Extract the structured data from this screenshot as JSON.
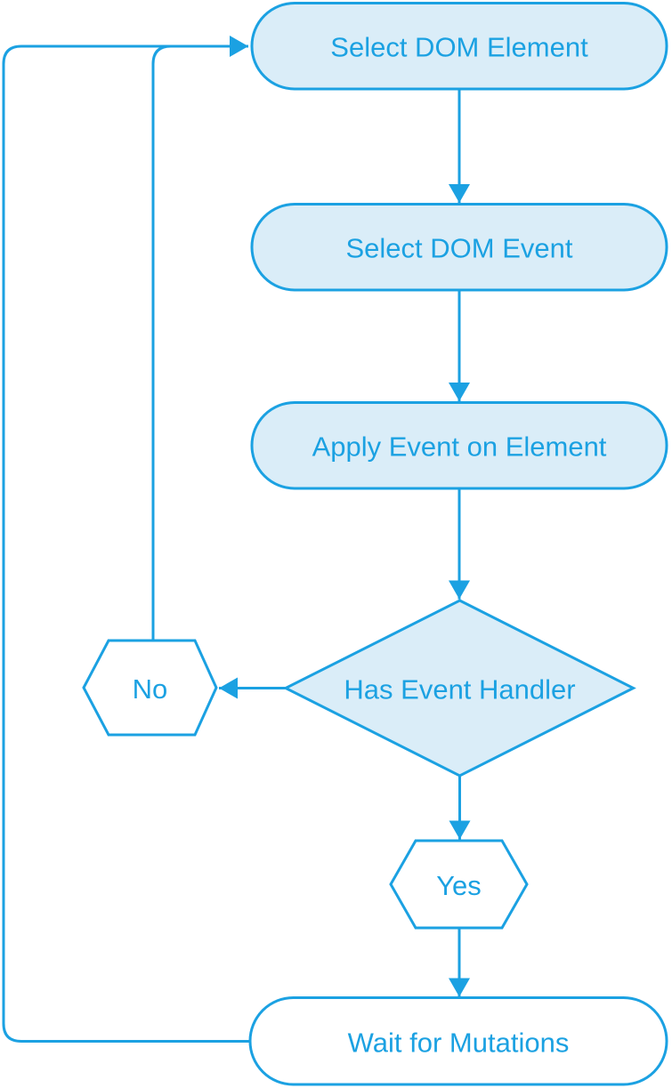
{
  "diagram": {
    "type": "flowchart",
    "colors": {
      "line": "#1BA1E2",
      "text": "#1BA1E2",
      "node_fill": "#DAEDF8",
      "terminal_fill": "#FFFFFF",
      "background": "#FFFFFF"
    },
    "nodes": {
      "select_dom_element": {
        "label": "Select DOM Element",
        "shape": "stadium",
        "fill": "light-blue"
      },
      "select_dom_event": {
        "label": "Select DOM Event",
        "shape": "stadium",
        "fill": "light-blue"
      },
      "apply_event_on_element": {
        "label": "Apply Event on Element",
        "shape": "stadium",
        "fill": "light-blue"
      },
      "has_event_handler": {
        "label": "Has Event Handler",
        "shape": "diamond",
        "fill": "light-blue"
      },
      "no": {
        "label": "No",
        "shape": "hexagon",
        "fill": "white"
      },
      "yes": {
        "label": "Yes",
        "shape": "hexagon",
        "fill": "white"
      },
      "wait_for_mutations": {
        "label": "Wait for Mutations",
        "shape": "stadium",
        "fill": "white"
      }
    },
    "edges": [
      {
        "from": "select_dom_element",
        "to": "select_dom_event",
        "arrow": true
      },
      {
        "from": "select_dom_event",
        "to": "apply_event_on_element",
        "arrow": true
      },
      {
        "from": "apply_event_on_element",
        "to": "has_event_handler",
        "arrow": true
      },
      {
        "from": "has_event_handler",
        "to": "no",
        "arrow": true
      },
      {
        "from": "has_event_handler",
        "to": "yes",
        "arrow": true
      },
      {
        "from": "yes",
        "to": "wait_for_mutations",
        "arrow": true
      },
      {
        "from": "wait_for_mutations",
        "to": "select_dom_element",
        "arrow": true
      },
      {
        "from": "no",
        "to": "select_dom_element",
        "arrow": false
      }
    ]
  }
}
